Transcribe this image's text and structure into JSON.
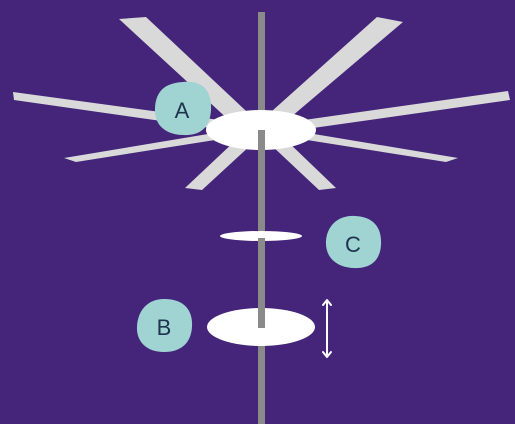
{
  "colors": {
    "background": "#44257a",
    "blade": "#d9d9d9",
    "pole": "#8a8a8a",
    "disc": "#ffffff",
    "badge": "#9fd4d2",
    "badge_text": "#1f3350",
    "arrow": "#ffffff"
  },
  "labels": {
    "a": "A",
    "b": "B",
    "c": "C"
  },
  "icons": {
    "double_arrow": "vertical-double-arrow-icon"
  }
}
